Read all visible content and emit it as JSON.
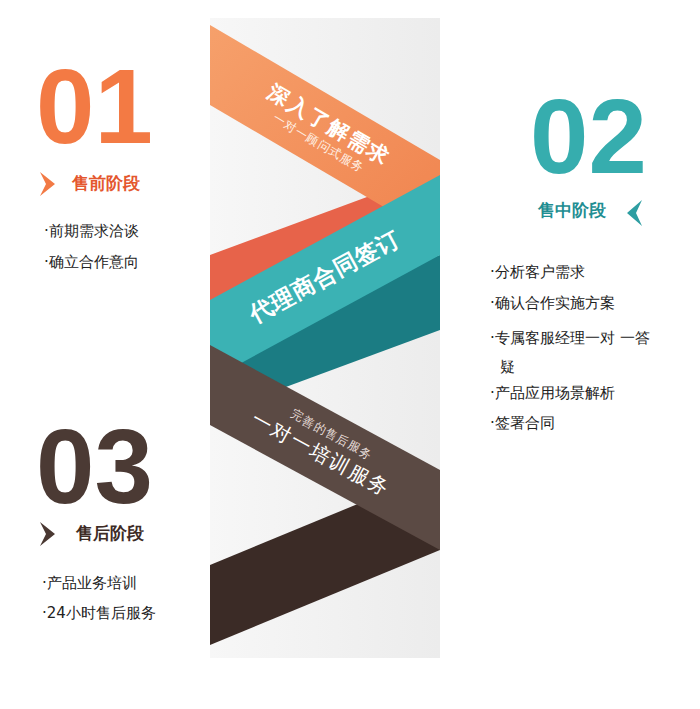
{
  "diagram": {
    "nodes": [
      {
        "text": [
          "深入了解需求",
          "一对一顾问式服务"
        ]
      },
      {
        "text": [
          "代理商合同签订"
        ]
      },
      {
        "text": [
          "完善的售后服务",
          "一对一培训服务"
        ]
      }
    ],
    "labels": [
      "01",
      "售前阶段",
      "·前期需求洽谈",
      "·确立合作意向",
      "02",
      "售中阶段",
      "·分析客户需求",
      "·确认合作实施方案",
      "·专属客服经理一对 一答疑",
      "·产品应用场景解析",
      "·签署合同",
      "03",
      "售后阶段",
      "·产品业务培训",
      "·24小时售后服务"
    ]
  }
}
